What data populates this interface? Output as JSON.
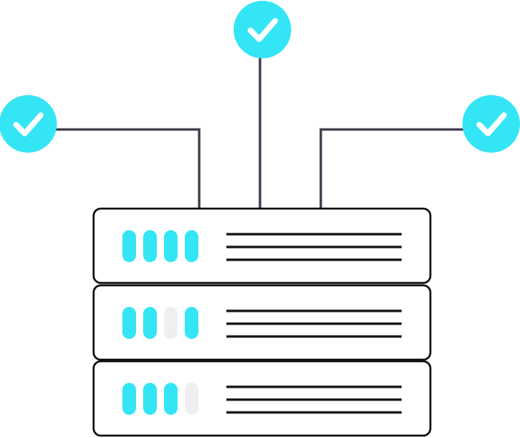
{
  "colors": {
    "accent": "#33e5f5",
    "led_off": "#efefef",
    "outline": "#111111",
    "connector": "#3a3a4a",
    "background": "#ffffff",
    "check_mark": "#ffffff"
  },
  "status_nodes": [
    {
      "icon": "check-icon",
      "state": "ok"
    },
    {
      "icon": "check-icon",
      "state": "ok"
    },
    {
      "icon": "check-icon",
      "state": "ok"
    }
  ],
  "server_units": [
    {
      "leds": [
        true,
        true,
        true,
        true
      ]
    },
    {
      "leds": [
        true,
        true,
        false,
        true
      ]
    },
    {
      "leds": [
        true,
        true,
        true,
        false
      ]
    }
  ]
}
